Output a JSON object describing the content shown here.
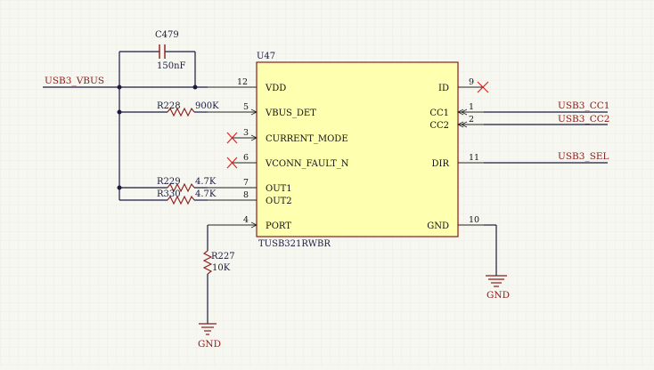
{
  "chip": {
    "designator": "U47",
    "part_number": "TUSB321RWBR",
    "fill_color": "#ffffb0",
    "border_color": "#8b1a1a",
    "pins_left": [
      {
        "num": "12",
        "name": "VDD"
      },
      {
        "num": "5",
        "name": "VBUS_DET"
      },
      {
        "num": "3",
        "name": "CURRENT_MODE"
      },
      {
        "num": "6",
        "name": "VCONN_FAULT_N"
      },
      {
        "num": "7",
        "name": "OUT1"
      },
      {
        "num": "8",
        "name": "OUT2"
      },
      {
        "num": "4",
        "name": "PORT"
      }
    ],
    "pins_right": [
      {
        "num": "9",
        "name": "ID"
      },
      {
        "num": "1",
        "name": "CC1"
      },
      {
        "num": "2",
        "name": "CC2"
      },
      {
        "num": "11",
        "name": "DIR"
      },
      {
        "num": "10",
        "name": "GND"
      }
    ]
  },
  "capacitor": {
    "ref": "C479",
    "value": "150nF"
  },
  "resistors": [
    {
      "ref": "R228",
      "value": "900K"
    },
    {
      "ref": "R229",
      "value": "4.7K"
    },
    {
      "ref": "R330",
      "value": "4.7K"
    },
    {
      "ref": "R227",
      "value": "10K"
    }
  ],
  "nets": {
    "vbus": "USB3_VBUS",
    "cc1": "USB3_CC1",
    "cc2": "USB3_CC2",
    "sel": "USB3_SEL",
    "gnd_left": "GND",
    "gnd_right": "GND"
  },
  "colors": {
    "wire": "#1a1a40",
    "net_label": "#8b1a1a",
    "no_connect": "#e02020",
    "grid": "#e6e6dc"
  }
}
